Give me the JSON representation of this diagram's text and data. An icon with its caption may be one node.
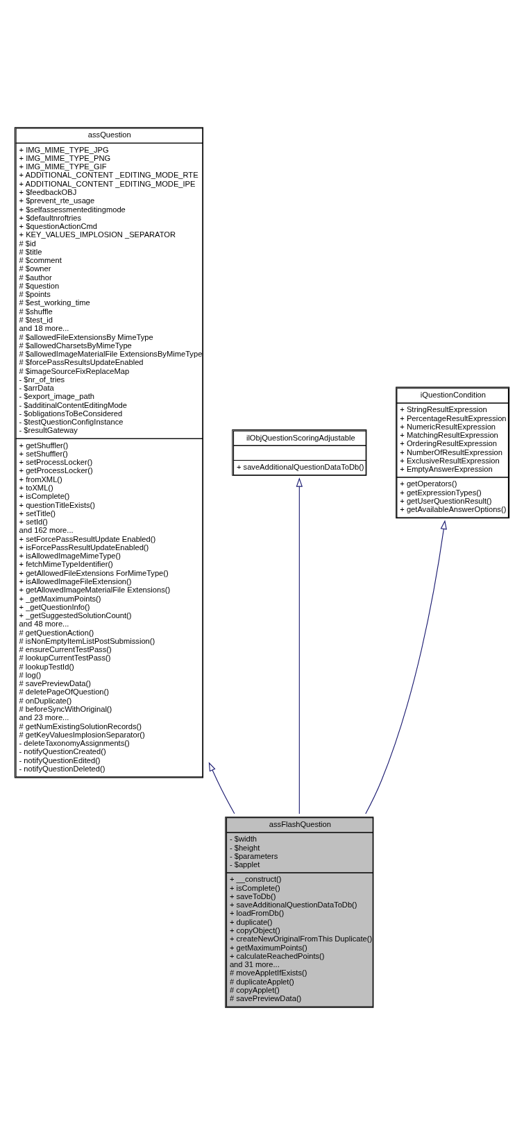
{
  "diagram": {
    "nodes": [
      {
        "text": [
          "assQuestion",
          "+ IMG_MIME_TYPE_JPG",
          "+ IMG_MIME_TYPE_PNG",
          "+ IMG_MIME_TYPE_GIF",
          "+ ADDITIONAL_CONTENT _EDITING_MODE_RTE",
          "+ ADDITIONAL_CONTENT _EDITING_MODE_IPE",
          "+ $feedbackOBJ",
          "+ $prevent_rte_usage",
          "+ $selfassessmenteditingmode",
          "+ $defaultnroftries",
          "+ $questionActionCmd",
          "+ KEY_VALUES_IMPLOSION _SEPARATOR",
          "# $id",
          "# $title",
          "# $comment",
          "# $owner",
          "# $author",
          "# $question",
          "# $points",
          "# $est_working_time",
          "# $shuffle",
          "# $test_id",
          "and 18 more...",
          "# $allowedFileExtensionsBy MimeType",
          "# $allowedCharsetsByMimeType",
          "# $allowedImageMaterialFile ExtensionsByMimeType",
          "# $forcePassResultsUpdateEnabled",
          "# $imageSourceFixReplaceMap",
          "- $nr_of_tries",
          "- $arrData",
          "- $export_image_path",
          "- $additinalContentEditingMode",
          "- $obligationsToBeConsidered",
          "- $testQuestionConfigInstance",
          "- $resultGateway",
          "+ getShuffler()",
          "+ setShuffler()",
          "+ setProcessLocker()",
          "+ getProcessLocker()",
          "+ fromXML()",
          "+ toXML()",
          "+ isComplete()",
          "+ questionTitleExists()",
          "+ setTitle()",
          "+ setId()",
          "and 162 more...",
          "+ setForcePassResultUpdate Enabled()",
          "+ isForcePassResultUpdateEnabled()",
          "+ isAllowedImageMimeType()",
          "+ fetchMimeTypeIdentifier()",
          "+ getAllowedFileExtensions ForMimeType()",
          "+ isAllowedImageFileExtension()",
          "+ getAllowedImageMaterialFile Extensions()",
          "+ _getMaximumPoints()",
          "+ _getQuestionInfo()",
          "+ _getSuggestedSolutionCount()",
          "and 48 more...",
          "# getQuestionAction()",
          "# isNonEmptyItemListPostSubmission()",
          "# ensureCurrentTestPass()",
          "# lookupCurrentTestPass()",
          "# lookupTestId()",
          "# log()",
          "# savePreviewData()",
          "# deletePageOfQuestion()",
          "# onDuplicate()",
          "# beforeSyncWithOriginal()",
          "and 23 more...",
          "# getNumExistingSolutionRecords()",
          "# getKeyValuesImplosionSeparator()",
          "- deleteTaxonomyAssignments()",
          "- notifyQuestionCreated()",
          "- notifyQuestionEdited()",
          "- notifyQuestionDeleted()"
        ]
      },
      {
        "text": [
          "ilObjQuestionScoringAdjustable",
          "+ saveAdditionalQuestionDataToDb()"
        ]
      },
      {
        "text": [
          "iQuestionCondition",
          "+ StringResultExpression",
          "+ PercentageResultExpression",
          "+ NumericResultExpression",
          "+ MatchingResultExpression",
          "+ OrderingResultExpression",
          "+ NumberOfResultExpression",
          "+ ExclusiveResultExpression",
          "+ EmptyAnswerExpression",
          "+ getOperators()",
          "+ getExpressionTypes()",
          "+ getUserQuestionResult()",
          "+ getAvailableAnswerOptions()"
        ]
      },
      {
        "text": [
          "assFlashQuestion",
          "- $width",
          "- $height",
          "- $parameters",
          "- $applet",
          "+ __construct()",
          "+ isComplete()",
          "+ saveToDb()",
          "+ saveAdditionalQuestionDataToDb()",
          "+ loadFromDb()",
          "+ duplicate()",
          "+ copyObject()",
          "+ createNewOriginalFromThis Duplicate()",
          "+ getMaximumPoints()",
          "+ calculateReachedPoints()",
          "and 31 more...",
          "# moveAppletIfExists()",
          "# duplicateApplet()",
          "# copyApplet()",
          "# savePreviewData()"
        ]
      }
    ],
    "edges": [
      {
        "from": 3,
        "to": 0,
        "arrow": "to"
      },
      {
        "from": 3,
        "to": 1,
        "arrow": "to"
      },
      {
        "from": 3,
        "to": 2,
        "arrow": "to"
      }
    ]
  }
}
